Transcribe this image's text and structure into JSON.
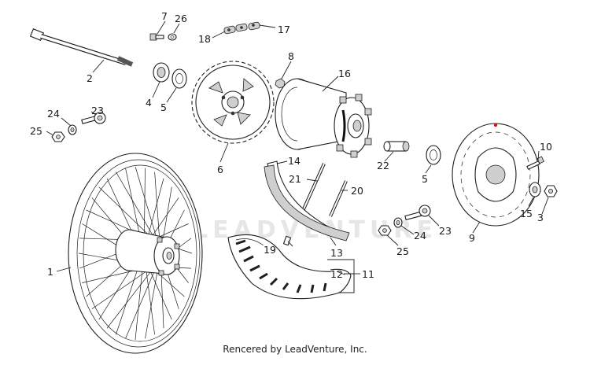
{
  "diagram": {
    "callouts": {
      "c1": "1",
      "c2": "2",
      "c3": "3",
      "c4": "4",
      "c5a": "5",
      "c5b": "5",
      "c6": "6",
      "c7": "7",
      "c8": "8",
      "c9": "9",
      "c10": "10",
      "c11": "11",
      "c12": "12",
      "c13": "13",
      "c14": "14",
      "c15": "15",
      "c16": "16",
      "c17": "17",
      "c18": "18",
      "c19": "19",
      "c20": "20",
      "c21": "21",
      "c22": "22",
      "c23a": "23",
      "c23b": "23",
      "c24a": "24",
      "c24b": "24",
      "c25a": "25",
      "c25b": "25",
      "c26": "26"
    },
    "watermark": "LEADVENTURE",
    "footer": "Rencered by LeadVenture, Inc."
  }
}
